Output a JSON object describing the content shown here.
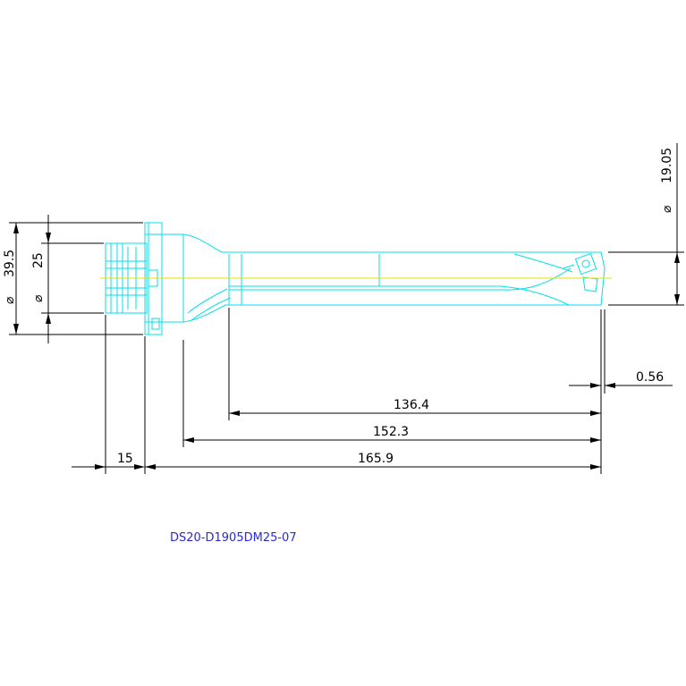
{
  "drawing": {
    "part_number": "DS20-D1905DM25-07",
    "colors": {
      "outline": "#00e0e8",
      "dimension": "#000000",
      "centerline": "#e8e000",
      "caption": "#2a2ad8"
    }
  },
  "dimensions": {
    "flange_diameter": {
      "symbol": "⌀",
      "value": "39.5"
    },
    "shank_diameter": {
      "symbol": "⌀",
      "value": "25"
    },
    "drill_diameter": {
      "symbol": "⌀",
      "value": "19.05"
    },
    "tip_offset": "0.56",
    "length_136": "136.4",
    "length_152": "152.3",
    "overall_length": "165.9",
    "shank_length": "15"
  }
}
